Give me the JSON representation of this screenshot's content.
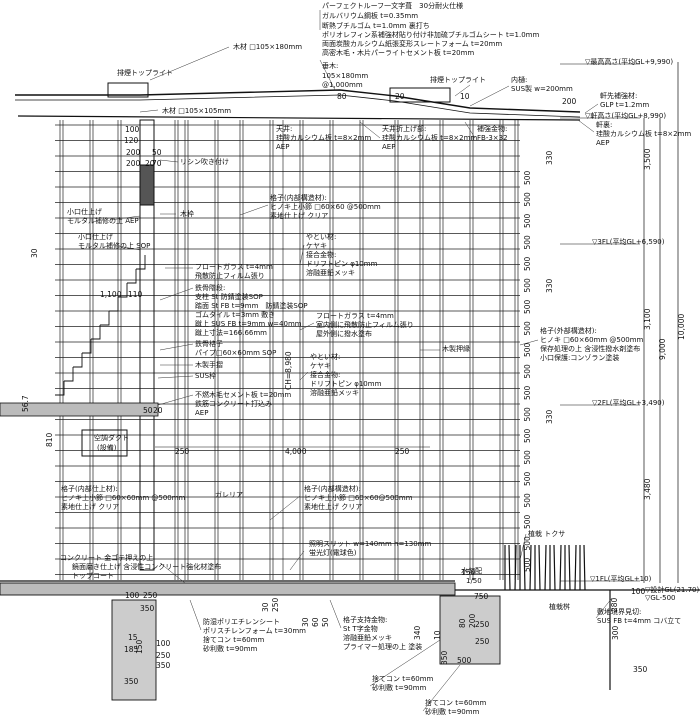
{
  "roof": {
    "spec_lines": [
      "パーフェクトルーフ一文字葺　30分耐火仕様",
      "ガルバリウム鋼板 t=0.35mm",
      "断熱ブチルゴム t=1.0mm 裏打ち",
      "ポリオレフィン系補強材貼り付け非加硫ブチルゴムシート t=1.0mm",
      "両面炭酸カルシウム紙張変形スレートフォーム t=20mm",
      "高密木毛・木片パーライトセメント板 t=20mm"
    ],
    "timber_top": "木材 □105×180mm",
    "rafter": [
      "垂木:",
      "105×180mm",
      "@1,000mm"
    ],
    "smoke_left": "排煙トップライト",
    "smoke_right": "排煙トップライト",
    "gutter": [
      "内樋:",
      "SUS製 w=200mm"
    ],
    "timber_mid": "木材 □105×105mm",
    "ceiling": [
      "天井:",
      "珪酸カルシウム板 t=8×2mm",
      "AEP"
    ],
    "ceiling_fold": [
      "天井折上げ部:",
      "珪酸カルシウム板 t=8×2mm",
      "AEP"
    ],
    "fitting": [
      "補強金物:",
      "FB-3×32"
    ],
    "eave_reinf": [
      "軒先補強材:",
      "GLP t=1.2mm"
    ],
    "eave_ceiling": [
      "軒裏:",
      "珪酸カルシウム板 t=8×2mm",
      "AEP"
    ]
  },
  "levels": {
    "max": "▽最高高さ(平均GL+9,990)",
    "eave": "▽軒高さ(平均GL+8,990)",
    "f3": "▽3FL(平均GL+6,590)",
    "f2": "▽2FL(平均GL+3,490)",
    "f1": "▽1FL(平均GL+10)",
    "gl": "▽設計GL(21.70)",
    "glm": "▽GL-500"
  },
  "dims": {
    "right_outer": "10,000",
    "right_9000": "9,000",
    "right_3500": "3,500",
    "right_3100": "3,100",
    "right_3480": "3,480",
    "ch": "CH=8,980",
    "span": "4,000",
    "col500": [
      "500",
      "500",
      "500",
      "500",
      "500",
      "500",
      "500",
      "500",
      "500",
      "500",
      "500",
      "500",
      "500",
      "500",
      "500",
      "500",
      "500",
      "500",
      "500"
    ],
    "d330a": "330",
    "d330b": "330",
    "d330c": "330",
    "d10": "10",
    "d20": "20",
    "d80": "80",
    "d200": "200",
    "left_stack": [
      "100",
      "120",
      "200",
      "200",
      "20"
    ],
    "left_stack2": [
      "50",
      "70"
    ],
    "d30": "30",
    "d1100": "1,100",
    "d110": "110",
    "d567": "56.7",
    "d50": "50",
    "d20b": "20",
    "d810": "810",
    "d250a": "250",
    "d250b": "250",
    "d150": "150",
    "d750": "750",
    "d100b": "100",
    "d250c": "250",
    "d350": "350",
    "d30b": "30",
    "d250d": "250",
    "d30c": "30",
    "d60": "60",
    "d50b": "50",
    "d150b": "150",
    "d100c": "100",
    "d250e": "250",
    "d350b": "350",
    "d15": "15",
    "d185": "185",
    "d350c": "350",
    "d10b": "10",
    "d80b": "80",
    "d200b": "200",
    "d500": "500",
    "d250f": "250",
    "d250g": "250",
    "d350d": "350",
    "d100d": "100",
    "d280": "280",
    "d300": "300",
    "d350e": "350",
    "d340": "340"
  },
  "notes": {
    "lysine": "リシン吹き付け",
    "kofu": [
      "小口仕上げ",
      "モルタル補修の上 AEP"
    ],
    "kofu2": [
      "小口仕上げ",
      "モルタル補修の上 SOP"
    ],
    "mokuwaku": "木枠",
    "float1": [
      "フロートガラス t=4mm",
      "飛散防止フィルム張り"
    ],
    "steel": [
      "鉄骨階段:",
      "支柱 St 防錆塗装SOP",
      "踏面 St FB t=9mm　防錆塗装SOP",
      "ゴムタイル t=3mm 敷き",
      "蹴上 SUS FB t=9mm w=40mm",
      "蹴上寸法=166.66mm"
    ],
    "rail": [
      "鉄骨格子",
      "パイプ□60×60mm SOP"
    ],
    "handrail": "木製手摺",
    "sus": "SUS枠",
    "slab": [
      "不燃木毛セメント板 t=20mm",
      "鉄筋コンクリート打込み",
      "AEP"
    ],
    "lattice_in_top": [
      "格子(内部構造材):",
      "ヒノキ上小節 □60×60 @500mm",
      "素地仕上げ クリア"
    ],
    "yatoi_top": [
      "やとい材:",
      "ケヤキ",
      "接合金物:",
      "ドリフトピン φ10mm",
      "溶融亜鉛メッキ"
    ],
    "float2": [
      "フロートガラス t=4mm",
      "室内側に飛散防止フィルム張り",
      "屋外側に撥水塗布"
    ],
    "lattice_out": [
      "格子(外部構造材):",
      "ヒノキ □60×60mm @500mm",
      "保存処理の上 含浸性撥水剤塗布",
      "小口保護:コンゾラン塗装"
    ],
    "mokusei": "木製押縁",
    "yatoi_bot": [
      "やとい材:",
      "ケヤキ",
      "接合金物:",
      "ドリフトピン φ10mm",
      "溶融亜鉛メッキ"
    ],
    "duct": [
      "空調ダクト",
      "(設備)"
    ],
    "galeria": "ガレリア",
    "lattice_in_left": [
      "格子(内部仕上材):",
      "ヒノキ上小節 □60×60mm @500mm",
      "素地仕上げ クリア"
    ],
    "lattice_in_bot": [
      "格子(内部構造材):",
      "ヒノキ上小節 □60×60@500mm",
      "素地仕上げ クリア"
    ],
    "slit": [
      "照明スリット w=140mm h=130mm",
      "蛍光灯(電球色)"
    ],
    "planting": "植栽 トクサ",
    "drain": [
      "水勾配",
      "1/50"
    ],
    "concrete": [
      "コンクリート 金ゴテ押えの上",
      "鏡面磨き仕上げ 含浸性コンクリート強化材塗布",
      "トップコート"
    ],
    "insul": [
      "防湿ポリエチレンシート",
      "ポリスチレンフォーム t=30mm",
      "捨てコン t=60mm",
      "砂利敷 t=90mm"
    ],
    "support": [
      "格子支持金物:",
      "St T字金物",
      "溶融亜鉛メッキ",
      "プライマー処理の上 塗装"
    ],
    "sute": [
      "捨てコン t=60mm",
      "砂利敷 t=90mm"
    ],
    "sute2": [
      "捨てコン t=60mm",
      "砂利敷 t=90mm"
    ],
    "planter": "植栽桝",
    "boundary": [
      "敷地境界見切:",
      "SUS FB t=4mm コバ立て"
    ]
  }
}
